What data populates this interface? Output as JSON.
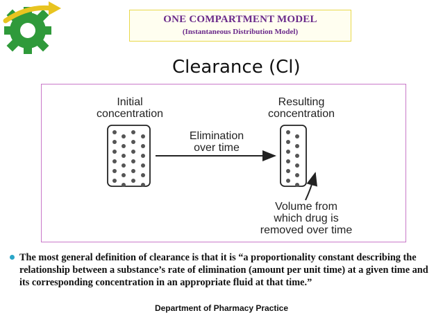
{
  "header": {
    "title": "ONE COMPARTMENT MODEL",
    "subtitle": "(Instantaneous Distribution Model)"
  },
  "slide": {
    "title": "Clearance (Cl)"
  },
  "figure": {
    "initial_label": [
      "Initial",
      "concentration"
    ],
    "resulting_label": [
      "Resulting",
      "concentration"
    ],
    "arrow_label": [
      "Elimination",
      "over time"
    ],
    "volume_label": [
      "Volume from",
      "which drug is",
      "removed over time"
    ]
  },
  "bullet": {
    "text": "The most general definition of clearance is that it is “a proportionality constant describing the relationship between a substance’s rate of elimination (amount per unit time) at a given time and its corresponding concentration in an appropriate fluid at that time.”"
  },
  "footer": {
    "text": "Department of Pharmacy Practice"
  },
  "colors": {
    "header_text": "#6a2a8a",
    "header_border": "#e8d84a",
    "figure_border": "#c878c8",
    "bullet": "#2aa6c8",
    "logo_green": "#2f9a3a",
    "logo_yellow": "#e8c420"
  },
  "icons": {
    "logo": "gear-arrow-logo-icon",
    "bullet": "bullet-dot-icon"
  }
}
